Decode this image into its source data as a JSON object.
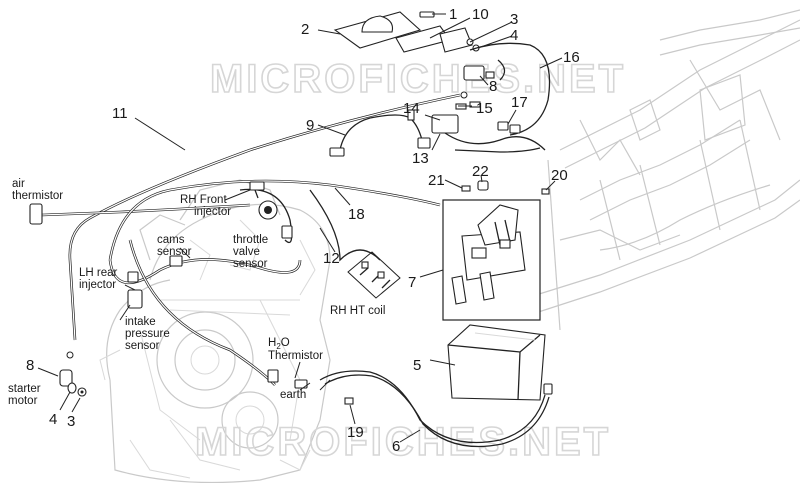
{
  "watermark": "MICROFICHES.NET",
  "part_numbers": {
    "p1": "1",
    "p2": "2",
    "p3a": "3",
    "p3b": "3",
    "p4a": "4",
    "p4b": "4",
    "p5": "5",
    "p6": "6",
    "p7": "7",
    "p8a": "8",
    "p8b": "8",
    "p9": "9",
    "p10": "10",
    "p11": "11",
    "p12": "12",
    "p13": "13",
    "p14": "14",
    "p15": "15",
    "p16": "16",
    "p17": "17",
    "p18": "18",
    "p19": "19",
    "p20": "20",
    "p21": "21",
    "p22": "22"
  },
  "labels": {
    "air_thermistor_1": "air",
    "air_thermistor_2": "thermistor",
    "rh_front_1": "RH Front",
    "rh_front_2": "injector",
    "cams_1": "cams",
    "cams_2": "sensor",
    "throttle_1": "throttle",
    "throttle_2": "valve",
    "throttle_3": "sensor",
    "lh_rear_1": "LH rear",
    "lh_rear_2": "injector",
    "intake_1": "intake",
    "intake_2": "pressure",
    "intake_3": "sensor",
    "rh_ht_coil": "RH HT coil",
    "h2o_1_main": "H",
    "h2o_1_sub": "2",
    "h2o_1_end": "O",
    "h2o_2": "Thermistor",
    "earth": "earth",
    "starter_1": "starter",
    "starter_2": "motor"
  }
}
